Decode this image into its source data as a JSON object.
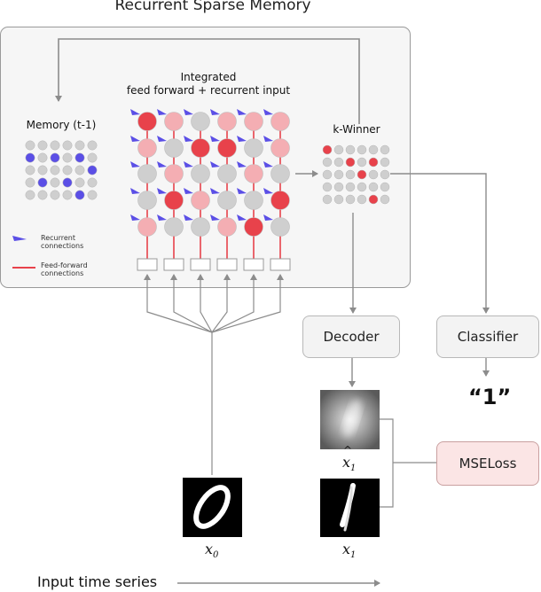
{
  "title": "Recurrent Sparse Memory",
  "integrated_label_line1": "Integrated",
  "integrated_label_line2": "feed forward + recurrent input",
  "memory_label": "Memory (t-1)",
  "kwinner_label": "k-Winner",
  "legend": {
    "recurrent_line1": "Recurrent",
    "recurrent_line2": "connections",
    "feedforward_line1": "Feed-forward",
    "feedforward_line2": "connections"
  },
  "decoder_label": "Decoder",
  "classifier_label": "Classifier",
  "mseloss_label": "MSELoss",
  "class_output": "“1”",
  "x0_label": "x",
  "x0_sub": "0",
  "x1_label": "x",
  "x1_sub": "1",
  "x1hat_label": "x",
  "x1hat_sub": "1",
  "input_series_label": "Input time series",
  "colors": {
    "red": "#e8424b",
    "pink": "#f4aeb3",
    "gray": "#cfcfcf",
    "blue": "#5b4fe6",
    "line": "#8c8c8c"
  },
  "integrated_grid": [
    [
      "red",
      "pink",
      "gray",
      "pink",
      "pink",
      "pink"
    ],
    [
      "pink",
      "gray",
      "red",
      "red",
      "gray",
      "pink"
    ],
    [
      "gray",
      "pink",
      "gray",
      "gray",
      "pink",
      "gray"
    ],
    [
      "gray",
      "red",
      "pink",
      "gray",
      "gray",
      "red"
    ],
    [
      "pink",
      "gray",
      "gray",
      "pink",
      "red",
      "gray"
    ]
  ],
  "memory_grid": [
    [
      "gray",
      "gray",
      "gray",
      "gray",
      "gray",
      "gray"
    ],
    [
      "blue",
      "gray",
      "blue",
      "gray",
      "blue",
      "gray"
    ],
    [
      "gray",
      "gray",
      "gray",
      "gray",
      "gray",
      "blue"
    ],
    [
      "gray",
      "blue",
      "gray",
      "blue",
      "gray",
      "gray"
    ],
    [
      "gray",
      "gray",
      "gray",
      "gray",
      "blue",
      "gray"
    ]
  ],
  "kwinner_grid": [
    [
      "red",
      "gray",
      "gray",
      "gray",
      "gray",
      "gray"
    ],
    [
      "gray",
      "gray",
      "red",
      "gray",
      "red",
      "gray"
    ],
    [
      "gray",
      "gray",
      "gray",
      "red",
      "gray",
      "gray"
    ],
    [
      "gray",
      "gray",
      "gray",
      "gray",
      "gray",
      "gray"
    ],
    [
      "gray",
      "gray",
      "gray",
      "gray",
      "red",
      "gray"
    ]
  ]
}
